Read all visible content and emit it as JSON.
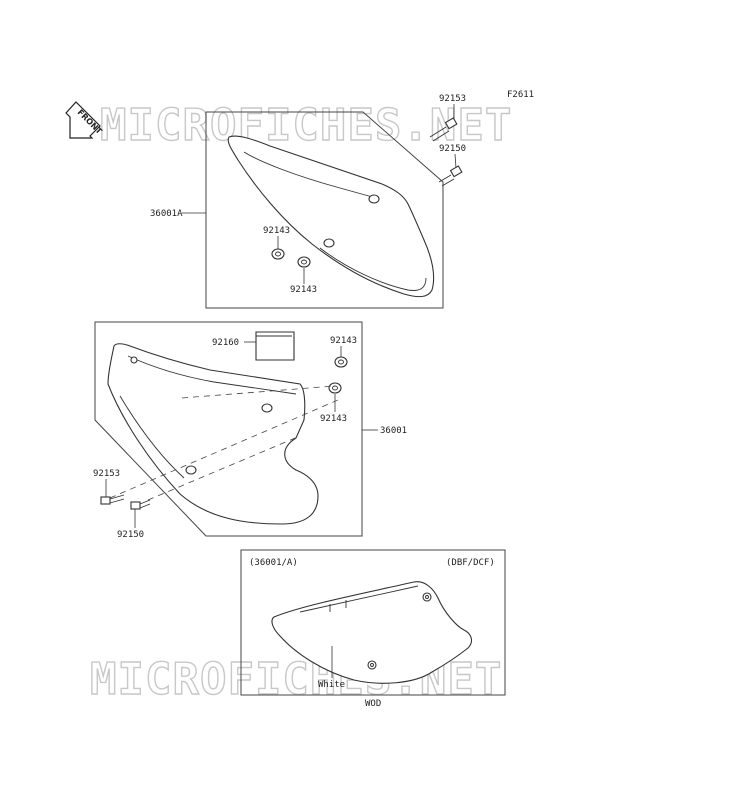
{
  "figure_code": "F2611",
  "front_label": "FRONT",
  "watermark_top": "MICROFICHES.NET",
  "watermark_bottom": "MICROFICHES.NET",
  "upper_group": {
    "assembly": "36001A",
    "bolt_top": "92153",
    "bolt_lower": "92150",
    "grommet_a": "92143",
    "grommet_b": "92143"
  },
  "middle_group": {
    "pad": "92160",
    "grommet_a": "92143",
    "grommet_b": "92143",
    "assembly": "36001",
    "bolt_a": "92153",
    "bolt_b": "92150"
  },
  "inset": {
    "ref": "(36001/A)",
    "variant": "(DBF/DCF)",
    "color_note": "White",
    "model": "WOD"
  }
}
